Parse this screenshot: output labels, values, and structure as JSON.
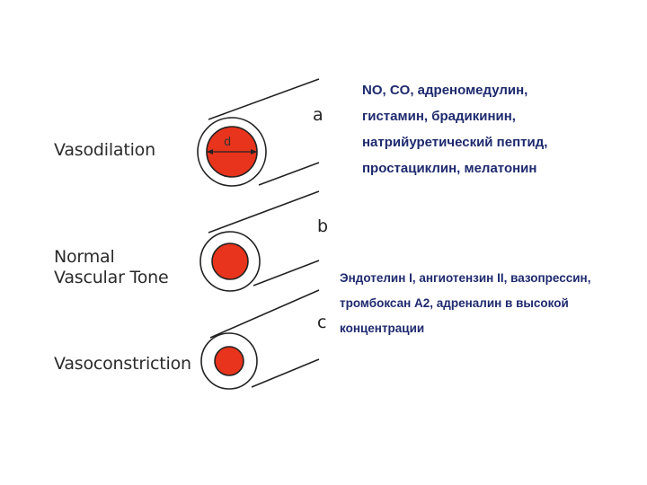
{
  "labels": {
    "vasodilation": "Vasodilation",
    "normal_line1": "Normal",
    "normal_line2": "Vascular Tone",
    "vasoconstriction": "Vasoconstriction"
  },
  "letters": {
    "a": "a",
    "b": "b",
    "c": "c",
    "d": "d"
  },
  "vasodilators": {
    "lines": [
      "NO, CO, адреномедулин,",
      "гистамин, брадикинин,",
      "натрийуретический пептид,",
      "простациклин, мелатонин"
    ],
    "color": "#1e2a6e"
  },
  "vasoconstrictors": {
    "lines": [
      "Эндотелин I, ангиотензин II, вазопрессин,",
      "тромбоксан А2, адреналин в высокой",
      "концентрации"
    ],
    "color": "#1e2a6e"
  },
  "colors": {
    "lumen": "#e8341c",
    "outline": "#222222",
    "wall": "#ffffff"
  }
}
